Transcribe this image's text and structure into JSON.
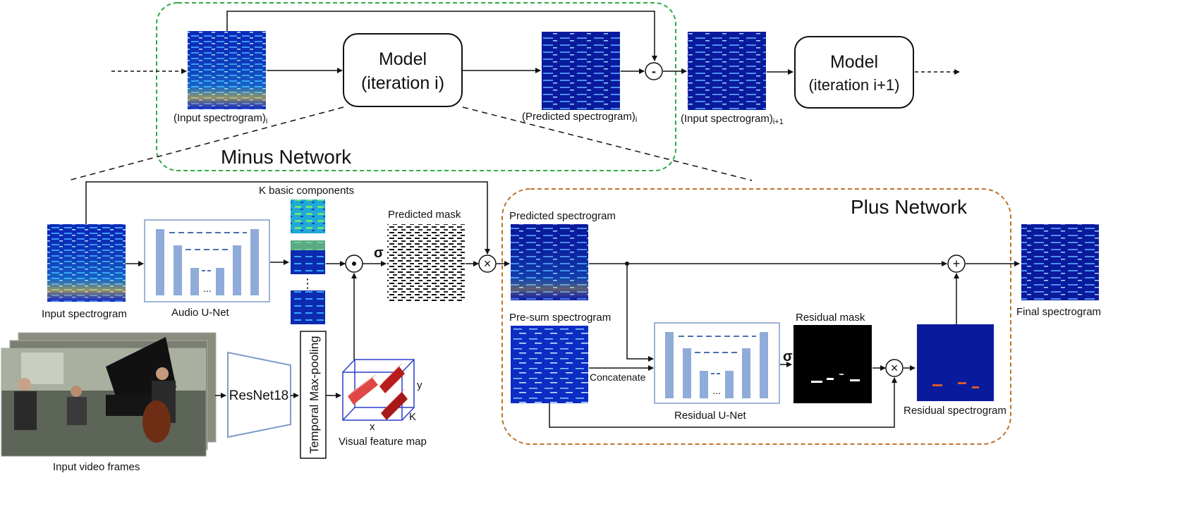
{
  "minus_network": {
    "title": "Minus Network",
    "input_label": "(Input spectrogram)",
    "input_sub": "i",
    "model_line1": "Model",
    "model_line2": "(iteration i)",
    "predicted_label": "(Predicted spectrogram)",
    "predicted_sub": "i",
    "minus_symbol": "-",
    "next_input_label": "(Input spectrogram)",
    "next_input_sub": "i+1",
    "next_model_line1": "Model",
    "next_model_line2": "(iteration i+1)"
  },
  "detail": {
    "input_spectrogram": "Input spectrogram",
    "audio_unet": "Audio U-Net",
    "k_basic_components": "K basic components",
    "vdots": "⋮",
    "dot_product_symbol": "•",
    "sigma": "σ",
    "predicted_mask": "Predicted mask",
    "times_symbol": "×",
    "input_video_frames": "Input video frames",
    "resnet18": "ResNet18",
    "temporal_maxpool": "Temporal Max-pooling",
    "visual_feature_map": "Visual feature map",
    "axis_y": "y",
    "axis_x": "x",
    "axis_k": "K",
    "ellipsis": "..."
  },
  "plus_network": {
    "title": "Plus Network",
    "predicted_spectrogram": "Predicted spectrogram",
    "pre_sum_spectrogram": "Pre-sum spectrogram",
    "concatenate": "Concatenate",
    "residual_unet": "Residual U-Net",
    "residual_mask": "Residual mask",
    "sigma": "σ",
    "times_symbol": "×",
    "residual_spectrogram": "Residual spectrogram",
    "plus_symbol": "+",
    "final_spectrogram": "Final spectrogram",
    "ellipsis": "..."
  },
  "colors": {
    "minus_border": "#2eaa4a",
    "plus_border": "#c0732b",
    "unet_bar": "#8fabd9",
    "unet_border": "#7e9cc8",
    "spec_bg": "#0a1a9c",
    "red_block": "#cc2a2a"
  }
}
